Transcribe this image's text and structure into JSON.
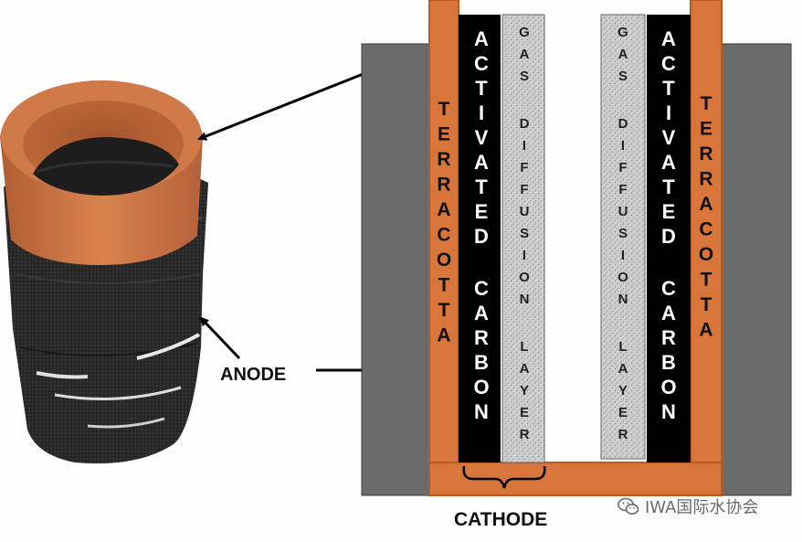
{
  "labels": {
    "anode": "ANODE",
    "cathode": "CATHODE"
  },
  "columns": {
    "terracotta_left": "TERRACOTTA",
    "activated_carbon_left": [
      "ACTIVATED",
      "CARBON"
    ],
    "gas_diffusion_left": [
      "GAS",
      "DIFFUSION",
      "LAYER"
    ],
    "gas_diffusion_right": [
      "GAS",
      "DIFFUSION",
      "LAYER"
    ],
    "activated_carbon_right": [
      "ACTIVATED",
      "CARBON"
    ],
    "terracotta_right": "TERRACOTTA"
  },
  "watermark": {
    "text": "IWA国际水协会",
    "icon": "wechat-icon"
  },
  "colors": {
    "terracotta": "#d8753a",
    "terracotta_edge": "#b85a24",
    "anode_gray": "#6b6b6b",
    "activated_carbon": "#000000",
    "gas_diffusion": "#c8c8c8"
  }
}
